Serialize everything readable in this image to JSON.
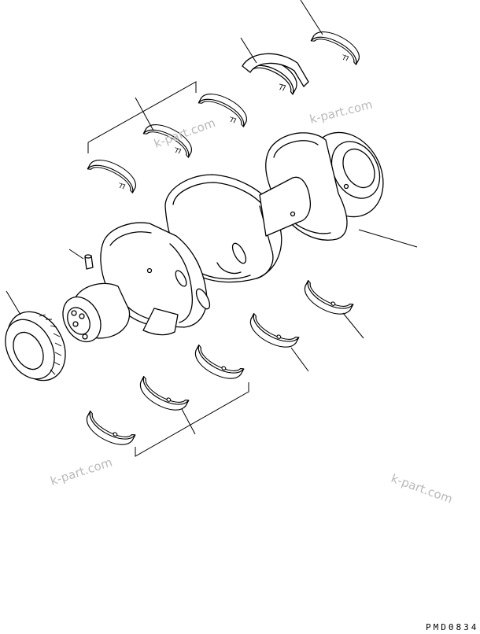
{
  "watermark": {
    "text_1": "k-part.com",
    "text_2": "k-part.com",
    "text_3": "k-part.com",
    "text_4": "k-part.com"
  },
  "drawing_code": "PMD0834",
  "parts": [
    {
      "name": "crankshaft"
    },
    {
      "name": "crankshaft-gear"
    },
    {
      "name": "dowel-pin"
    },
    {
      "name": "upper-main-bearing-shells"
    },
    {
      "name": "lower-main-bearing-shells"
    },
    {
      "name": "thrust-bearing-upper"
    },
    {
      "name": "thrust-bearing-lower"
    }
  ]
}
